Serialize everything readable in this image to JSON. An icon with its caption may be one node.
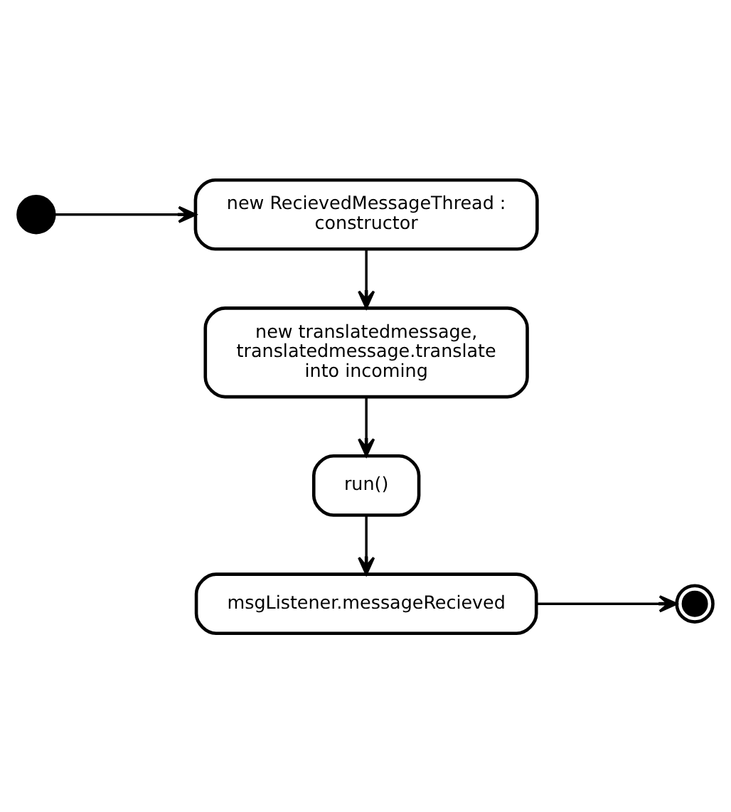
{
  "diagram": {
    "nodes": [
      {
        "text": [],
        "shape": "circle"
      },
      {
        "text": [
          "new RecievedMessageThread : constructor"
        ]
      },
      {
        "text": [
          "new translatedmessage, translatedmessage.translate into incoming"
        ]
      },
      {
        "text": [
          "run()"
        ]
      },
      {
        "text": [
          "msgListener.messageRecieved"
        ]
      },
      {
        "text": [],
        "shape": "bullseye"
      }
    ],
    "edges": [
      {
        "from": 0,
        "to": 1,
        "arrow": "to"
      },
      {
        "from": 1,
        "to": 2,
        "arrow": "to"
      },
      {
        "from": 2,
        "to": 3,
        "arrow": "to"
      },
      {
        "from": 3,
        "to": 4,
        "arrow": "to"
      },
      {
        "from": 4,
        "to": 5,
        "arrow": "to"
      }
    ]
  }
}
